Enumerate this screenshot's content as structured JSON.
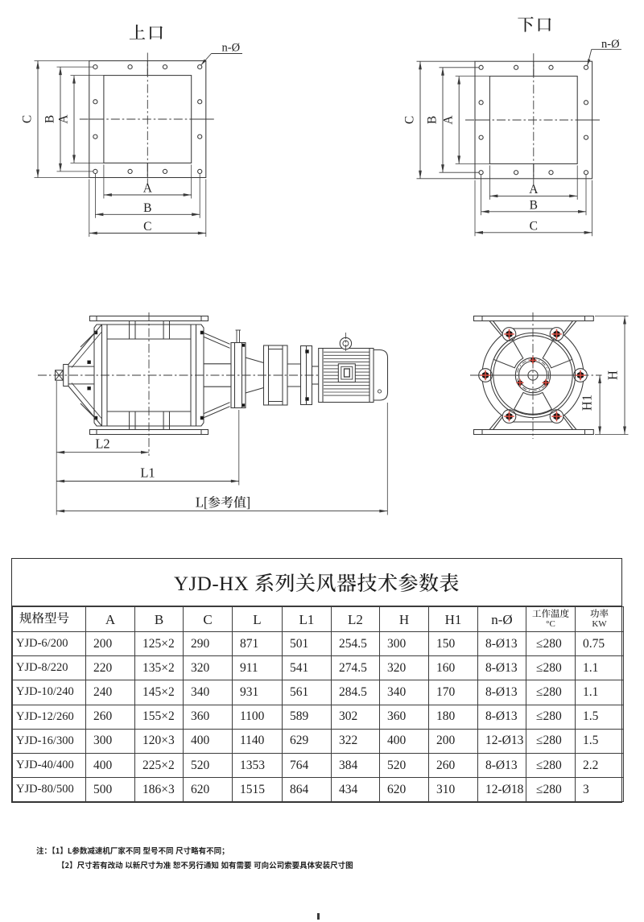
{
  "document": {
    "type": "technical-drawing-sheet"
  },
  "drawings": {
    "top_port": {
      "title": "上口",
      "bolt_callout": "n-Ø",
      "dim_c_left": "C",
      "dim_b_left": "B",
      "dim_a_left": "A",
      "dim_a_bottom": "A",
      "dim_b_bottom": "B",
      "dim_c_bottom": "C"
    },
    "bottom_port": {
      "title": "下口",
      "bolt_callout": "n-Ø",
      "dim_c_left": "C",
      "dim_b_left": "B",
      "dim_a_left": "A",
      "dim_a_bottom": "A",
      "dim_b_bottom": "B",
      "dim_c_bottom": "C"
    },
    "side_view": {
      "dim_l2": "L2",
      "dim_l1": "L1",
      "dim_l_ref": "L[参考值]"
    },
    "end_view": {
      "dim_h": "H",
      "dim_h1": "H1"
    }
  },
  "table": {
    "title": "YJD-HX 系列关风器技术参数表",
    "headers": [
      {
        "main": "规格型号",
        "sub": ""
      },
      {
        "main": "A",
        "sub": ""
      },
      {
        "main": "B",
        "sub": ""
      },
      {
        "main": "C",
        "sub": ""
      },
      {
        "main": "L",
        "sub": ""
      },
      {
        "main": "L1",
        "sub": ""
      },
      {
        "main": "L2",
        "sub": ""
      },
      {
        "main": "H",
        "sub": ""
      },
      {
        "main": "H1",
        "sub": ""
      },
      {
        "main": "n-Ø",
        "sub": ""
      },
      {
        "main": "工作温度",
        "sub": "°C"
      },
      {
        "main": "功率",
        "sub": "KW"
      }
    ],
    "rows": [
      [
        "YJD-6/200",
        "200",
        "125×2",
        "290",
        "871",
        "501",
        "254.5",
        "300",
        "150",
        "8-Ø13",
        "≤280",
        "0.75"
      ],
      [
        "YJD-8/220",
        "220",
        "135×2",
        "320",
        "911",
        "541",
        "274.5",
        "320",
        "160",
        "8-Ø13",
        "≤280",
        "1.1"
      ],
      [
        "YJD-10/240",
        "240",
        "145×2",
        "340",
        "931",
        "561",
        "284.5",
        "340",
        "170",
        "8-Ø13",
        "≤280",
        "1.1"
      ],
      [
        "YJD-12/260",
        "260",
        "155×2",
        "360",
        "1100",
        "589",
        "302",
        "360",
        "180",
        "8-Ø13",
        "≤280",
        "1.5"
      ],
      [
        "YJD-16/300",
        "300",
        "120×3",
        "400",
        "1140",
        "629",
        "322",
        "400",
        "200",
        "12-Ø13",
        "≤280",
        "1.5"
      ],
      [
        "YJD-40/400",
        "400",
        "225×2",
        "520",
        "1353",
        "764",
        "384",
        "520",
        "260",
        "8-Ø13",
        "≤280",
        "2.2"
      ],
      [
        "YJD-80/500",
        "500",
        "186×3",
        "620",
        "1515",
        "864",
        "434",
        "620",
        "310",
        "12-Ø18",
        "≤280",
        "3"
      ]
    ]
  },
  "notes": {
    "label": "注：",
    "items": [
      "【1】L参数减速机厂家不同 型号不同 尺寸略有不同；",
      "【2】尺寸若有改动 以新尺寸为准 恕不另行通知 如有需要 可向公司索要具体安装尺寸图"
    ]
  }
}
